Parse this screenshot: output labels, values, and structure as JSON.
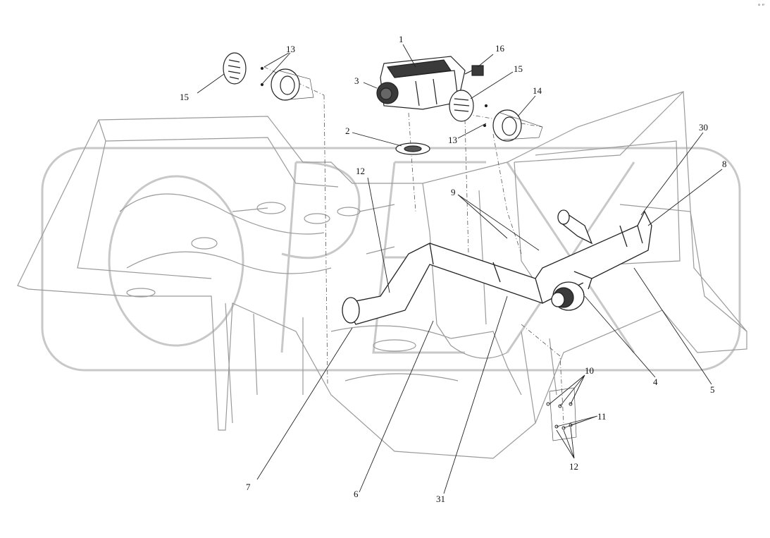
{
  "watermark": "OPEX",
  "corner_mark": "° ″",
  "callouts": {
    "c1": "1",
    "c2": "2",
    "c3": "3",
    "c4": "4",
    "c5": "5",
    "c6": "6",
    "c7": "7",
    "c8": "8",
    "c9": "9",
    "c10": "10",
    "c11": "11",
    "c12_top": "12",
    "c12_bottom": "12",
    "c13_top": "13",
    "c13_mid": "13",
    "c14": "14",
    "c15_left": "15",
    "c15_right": "15",
    "c16": "16",
    "c30": "30",
    "c31": "31"
  },
  "colors": {
    "line": "#222222",
    "body_line": "#9a9a9a",
    "watermark": "#c8c8c8",
    "heater_dark": "#3a3a3a"
  }
}
